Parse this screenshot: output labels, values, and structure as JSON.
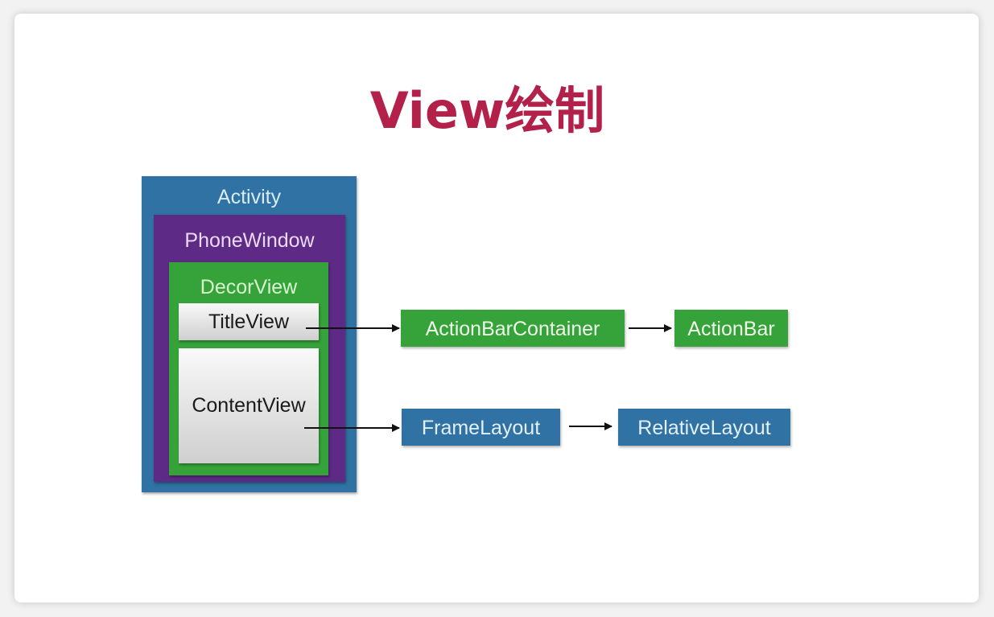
{
  "slide": {
    "title": "View绘制"
  },
  "diagram": {
    "containers": {
      "activity": "Activity",
      "phone_window": "PhoneWindow",
      "decor_view": "DecorView",
      "title_view": "TitleView",
      "content_view": "ContentView"
    },
    "title_chain": [
      "ActionBarContainer",
      "ActionBar"
    ],
    "content_chain": [
      "FrameLayout",
      "RelativeLayout"
    ],
    "colors": {
      "title": "#b3214a",
      "activity": "#2f72a3",
      "phone_window": "#5d2a86",
      "decor_view": "#36a33a",
      "inner_view": "#e6e6e6"
    }
  }
}
